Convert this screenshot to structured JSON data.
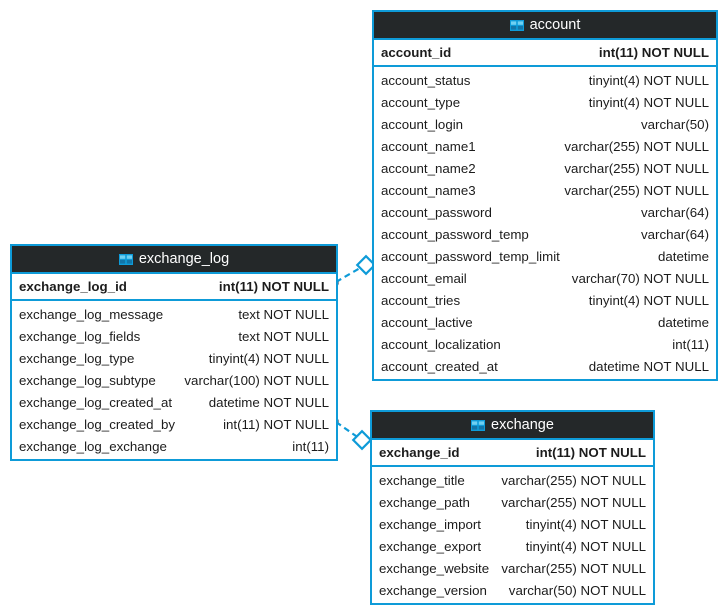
{
  "diagram": {
    "type": "entity-relationship-diagram",
    "background": "#ffffff",
    "accent_color": "#0e9bd8",
    "header_color": "#242829",
    "icon_name": "table-icon",
    "entities": [
      {
        "id": "account",
        "name": "account",
        "primary_key": {
          "name": "account_id",
          "type": "int(11) NOT NULL"
        },
        "columns": [
          {
            "name": "account_status",
            "type": "tinyint(4) NOT NULL"
          },
          {
            "name": "account_type",
            "type": "tinyint(4) NOT NULL"
          },
          {
            "name": "account_login",
            "type": "varchar(50)"
          },
          {
            "name": "account_name1",
            "type": "varchar(255) NOT NULL"
          },
          {
            "name": "account_name2",
            "type": "varchar(255) NOT NULL"
          },
          {
            "name": "account_name3",
            "type": "varchar(255) NOT NULL"
          },
          {
            "name": "account_password",
            "type": "varchar(64)"
          },
          {
            "name": "account_password_temp",
            "type": "varchar(64)"
          },
          {
            "name": "account_password_temp_limit",
            "type": "datetime"
          },
          {
            "name": "account_email",
            "type": "varchar(70) NOT NULL"
          },
          {
            "name": "account_tries",
            "type": "tinyint(4) NOT NULL"
          },
          {
            "name": "account_lactive",
            "type": "datetime"
          },
          {
            "name": "account_localization",
            "type": "int(11)"
          },
          {
            "name": "account_created_at",
            "type": "datetime NOT NULL"
          }
        ]
      },
      {
        "id": "exchange_log",
        "name": "exchange_log",
        "primary_key": {
          "name": "exchange_log_id",
          "type": "int(11) NOT NULL"
        },
        "columns": [
          {
            "name": "exchange_log_message",
            "type": "text NOT NULL"
          },
          {
            "name": "exchange_log_fields",
            "type": "text NOT NULL"
          },
          {
            "name": "exchange_log_type",
            "type": "tinyint(4) NOT NULL"
          },
          {
            "name": "exchange_log_subtype",
            "type": "varchar(100) NOT NULL"
          },
          {
            "name": "exchange_log_created_at",
            "type": "datetime NOT NULL"
          },
          {
            "name": "exchange_log_created_by",
            "type": "int(11) NOT NULL"
          },
          {
            "name": "exchange_log_exchange",
            "type": "int(11)"
          }
        ]
      },
      {
        "id": "exchange",
        "name": "exchange",
        "primary_key": {
          "name": "exchange_id",
          "type": "int(11) NOT NULL"
        },
        "columns": [
          {
            "name": "exchange_title",
            "type": "varchar(255) NOT NULL"
          },
          {
            "name": "exchange_path",
            "type": "varchar(255) NOT NULL"
          },
          {
            "name": "exchange_import",
            "type": "tinyint(4) NOT NULL"
          },
          {
            "name": "exchange_export",
            "type": "tinyint(4) NOT NULL"
          },
          {
            "name": "exchange_website",
            "type": "varchar(255) NOT NULL"
          },
          {
            "name": "exchange_version",
            "type": "varchar(50) NOT NULL"
          }
        ]
      }
    ],
    "relationships": [
      {
        "id": "rel-exchange-log-account",
        "from_entity": "exchange_log",
        "to_entity": "account",
        "from_marker": "dot",
        "to_marker": "diamond",
        "style": "dashed"
      },
      {
        "id": "rel-exchange-log-exchange",
        "from_entity": "exchange_log",
        "to_entity": "exchange",
        "from_marker": "dot",
        "to_marker": "diamond",
        "style": "dashed"
      }
    ]
  }
}
